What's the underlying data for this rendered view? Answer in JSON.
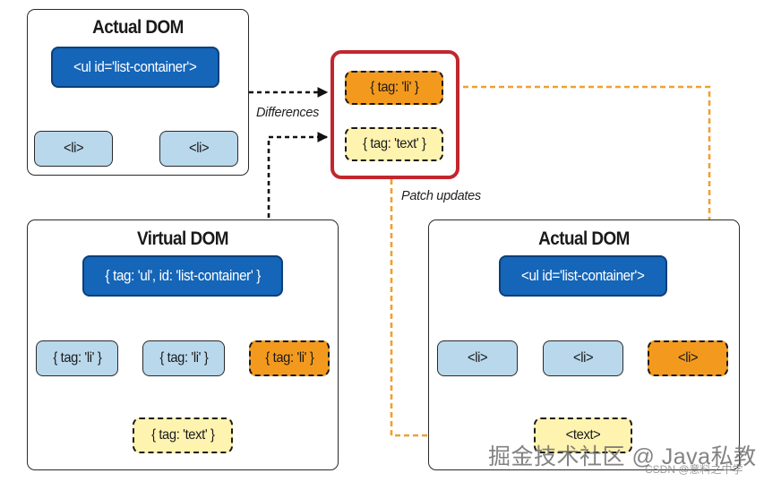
{
  "panels": {
    "top_left_title": "Actual DOM",
    "virtual_title": "Virtual DOM",
    "right_title": "Actual DOM"
  },
  "top_left": {
    "root": "<ul id='list-container'>",
    "li_1": "<li>",
    "li_2": "<li>"
  },
  "patch": {
    "li_node": "{ tag: 'li' }",
    "text_node": "{ tag: 'text' }"
  },
  "virtual": {
    "root": "{ tag: 'ul', id: 'list-container' }",
    "li_1": "{ tag: 'li' }",
    "li_2": "{ tag: 'li' }",
    "li_new": "{ tag: 'li' }",
    "text_node": "{ tag: 'text' }"
  },
  "right": {
    "root": "<ul id='list-container'>",
    "li_1": "<li>",
    "li_2": "<li>",
    "li_new": "<li>",
    "text_node": "<text>"
  },
  "labels": {
    "differences": "Differences",
    "patch_updates": "Patch updates"
  },
  "colors": {
    "root_fill": "#1565b8",
    "existing_fill": "#b9d8ec",
    "new_node_fill": "#f39a1e",
    "text_node_fill": "#fff3b0",
    "patch_frame": "#c1272d",
    "patch_arrow": "#f0a030"
  },
  "watermark": {
    "main": "掘金技术社区 @ Java私教",
    "sub": "CSDN @意料之中学"
  }
}
